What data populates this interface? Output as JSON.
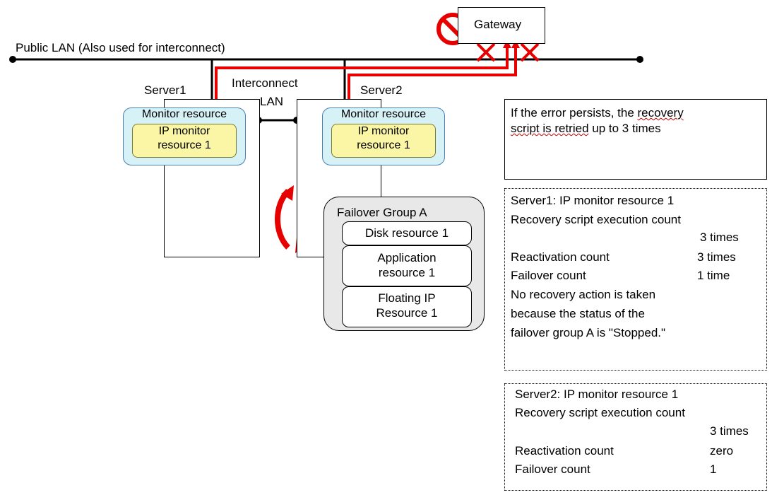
{
  "public_lan_label": "Public LAN (Also used for interconnect)",
  "gateway_label": "Gateway",
  "interconnect_label": [
    "Interconnect",
    "LAN"
  ],
  "server1": {
    "label": "Server1",
    "monitor_title": "Monitor resource",
    "ip_monitor": [
      "IP monitor",
      "resource 1"
    ]
  },
  "server2": {
    "label": "Server2",
    "monitor_title": "Monitor resource",
    "ip_monitor": [
      "IP monitor",
      "resource 1"
    ]
  },
  "failover_group": {
    "title": "Failover Group A",
    "disk": "Disk resource 1",
    "application": [
      "Application",
      "resource 1"
    ],
    "floating_ip": [
      "Floating IP",
      "Resource 1"
    ]
  },
  "note_panel": {
    "prefix": "If the error persists, the ",
    "underlined_1": "recovery",
    "underlined_2": "script is retried",
    "suffix": " up to 3 times"
  },
  "server1_panel": {
    "title": "Server1: IP monitor resource 1",
    "recovery_label": "Recovery script execution count",
    "recovery_value": "3 times",
    "reactivation_label": "Reactivation count",
    "reactivation_value": "3 times",
    "failover_label": "Failover count",
    "failover_value": "1 time",
    "note": [
      "No recovery action is taken",
      "because the status of the",
      "failover group A is \"Stopped.\""
    ]
  },
  "server2_panel": {
    "title": "Server2:  IP monitor resource 1",
    "recovery_label": "Recovery script execution count",
    "recovery_value": "3 times",
    "reactivation_label": "Reactivation count",
    "reactivation_value": "zero",
    "failover_label": "Failover count",
    "failover_value": "1"
  },
  "colors": {
    "error_red": "#e60000",
    "monitor_fill": "#d6f2f7",
    "ip_monitor_fill": "#fbf6a6",
    "group_fill": "#e8e8e8"
  }
}
